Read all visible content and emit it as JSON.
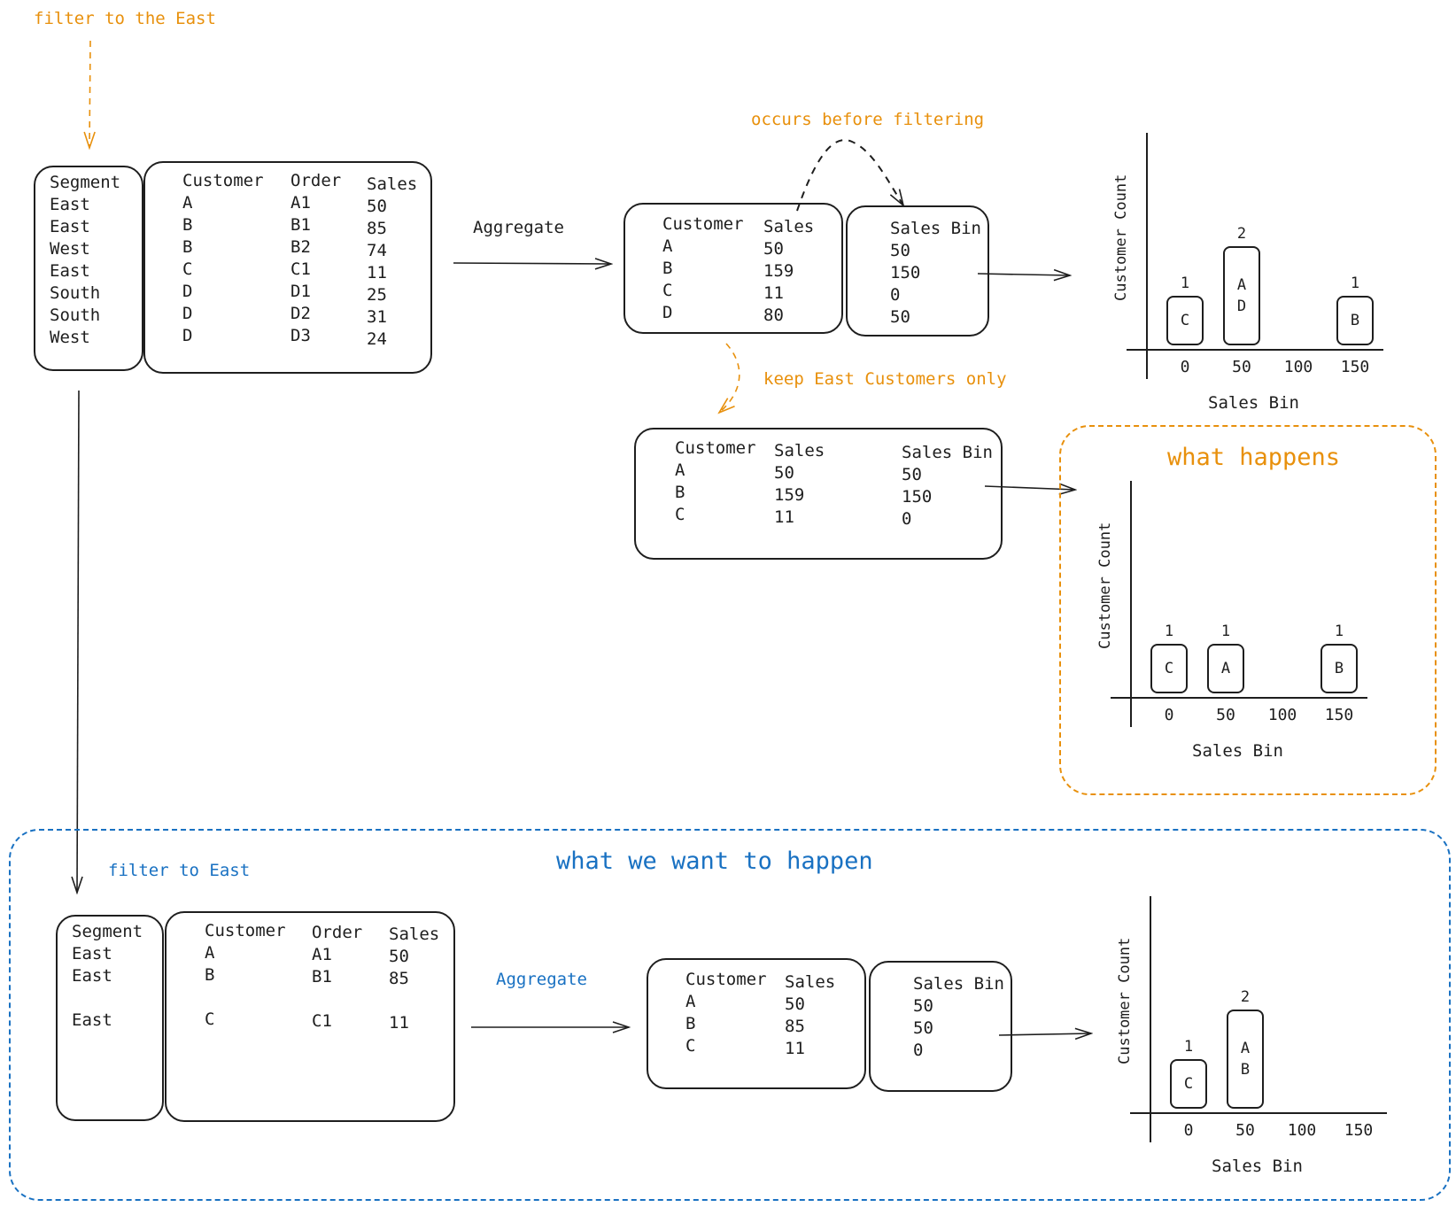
{
  "annotations": {
    "filter_to_the_east": "filter to the East",
    "occurs_before_filtering": "occurs before filtering",
    "keep_east_customers_only": "keep East Customers only",
    "what_happens": "what happens",
    "what_we_want_to_happen": "what we want to happen",
    "filter_to_east": "filter to East",
    "aggregate_top": "Aggregate",
    "aggregate_bottom": "Aggregate"
  },
  "top_flow": {
    "segment_table": "Segment\nEast\nEast\nWest\nEast\nSouth\nSouth\nWest",
    "orders_table": {
      "customer": "Customer\nA\nB\nB\nC\nD\nD\nD",
      "order": "Order\nA1\nB1\nB2\nC1\nD1\nD2\nD3",
      "sales": "Sales\n50\n85\n74\n11\n25\n31\n24"
    },
    "aggregated_table": {
      "customer": "Customer\nA\nB\nC\nD",
      "sales": "Sales\n50\n159\n11\n80"
    },
    "bin_table": "Sales Bin\n50\n150\n0\n50",
    "filtered_table": {
      "customer": "Customer\nA\nB\nC",
      "sales": "Sales\n50\n159\n11",
      "bin": "Sales Bin\n50\n150\n0"
    }
  },
  "bottom_flow": {
    "segment_table": "Segment\nEast\nEast\n\nEast",
    "orders_table": {
      "customer": "Customer\nA\nB\n\nC",
      "order": "Order\nA1\nB1\n\nC1",
      "sales": "Sales\n50\n85\n\n11"
    },
    "aggregated_table": {
      "customer": "Customer\nA\nB\nC",
      "sales": "Sales\n50\n85\n11"
    },
    "bin_table": "Sales Bin\n50\n50\n0"
  },
  "chart_data": [
    {
      "type": "bar",
      "id": "chart1",
      "xlabel": "Sales Bin",
      "ylabel": "Customer Count",
      "categories": [
        "0",
        "50",
        "100",
        "150"
      ],
      "values": [
        1,
        2,
        0,
        1
      ],
      "members": [
        "C",
        "A\nD",
        "",
        "B"
      ]
    },
    {
      "type": "bar",
      "id": "chart2",
      "xlabel": "Sales Bin",
      "ylabel": "Customer Count",
      "categories": [
        "0",
        "50",
        "100",
        "150"
      ],
      "values": [
        1,
        1,
        0,
        1
      ],
      "members": [
        "C",
        "A",
        "",
        "B"
      ]
    },
    {
      "type": "bar",
      "id": "chart3",
      "xlabel": "Sales Bin",
      "ylabel": "Customer Count",
      "categories": [
        "0",
        "50",
        "100",
        "150"
      ],
      "values": [
        1,
        2,
        0,
        0
      ],
      "members": [
        "C",
        "A\nB",
        "",
        ""
      ]
    }
  ],
  "colors": {
    "ink": "#1e1e1e",
    "orange": "#e8900c",
    "blue": "#1971c2"
  }
}
